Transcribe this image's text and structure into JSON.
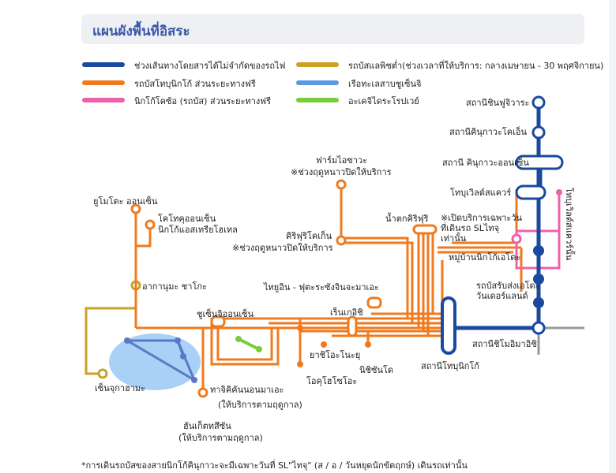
{
  "header": {
    "title": "แผนผังพื้นที่อิสระ"
  },
  "legend": [
    {
      "label": "ช่วงเส้นทางโดยสารได้ไม่จำกัดของรถไฟ",
      "color": "#1a4a9e"
    },
    {
      "label": "รถบัสโทบุนิกโก้ ส่วนระยะทางฟรี",
      "color": "#f07a1e"
    },
    {
      "label": "นิกโก้โคซ้อ (รถบัส) ส่วนระยะทางฟรี",
      "color": "#f060a8"
    },
    {
      "label": "รถบัสแลพิชต่ำ(ช่วงเวลาที่ให้บริการ: กลางเมษายน - 30 พฤศจิกายน)",
      "color": "#c9a227"
    },
    {
      "label": "เรือทะเลสาบชูเซ็นจิ",
      "color": "#5b9ae0"
    },
    {
      "label": "อะเคจิไดระโรปเวย์",
      "color": "#7acc3a"
    }
  ],
  "stations": {
    "shin_fujiwara": "สถานีชินฟูจิวาระ",
    "shin_takatoku": "สถานีคินุกาวะโคเอ็น",
    "kinugawa_onsen": "สถานี คินุกาวะออนเซ็น",
    "tobu_world": "โทบุเวิลด์สแควร์",
    "shimo_imaichi": "สถานีชิโมอิมาอิชิ",
    "tobu_nikko": "สถานีโทบุนิกโก้"
  },
  "places": {
    "yumoto_onsen": "ยูโมโตะ ออนเซ็น",
    "kotoku_onsen": "โคโทคุออนเซ็น",
    "nikko_astraea": "นิกโก้แอสเทรียโฮเทล",
    "akanuma": "อากานุมะ ชาโกะ",
    "senjugahama": "เซ็นจุกาฮามะ",
    "chuzenji_onsen": "ชูเซ็นจิออนเซ็น",
    "tachiki_kannon": "ทาจิคิคันนอนมาเอะ",
    "tachiki_note": "(ให้บริการตามฤดูกาล)",
    "funa_no_sawa": "ฮันเก็ตทสึซัน",
    "funa_note": "(ให้บริการตามฤดูกาล)",
    "kirifuri_kogen": "คิริฟุริโคเก็น",
    "kirifuri_note": "※ช่วงฤดูหนาวปิดให้บริการ",
    "farm": "ฟาร์มไอซาวะ",
    "farm_note": "※ช่วงฤดูหนาวปิดให้บริการ",
    "kirifuri_falls": "น้ำตกคิริฟุริ",
    "taiyuin": "ไทยูอิน - ฟุตะระซังจินจะมาเอะ",
    "rengeishi": "เร็นเกอิชิ",
    "yashio": "ยาชิโอะโนะยุ",
    "nishisando": "นิชิซันโด",
    "okuhosoo": "โอคุโฮโซโอะ",
    "sl_note": "※เปิดบริการเฉพาะวันที่เดินรถ SLไทจุ เท่านั้น",
    "nikko_village": "หมู่บ้านนิกโก้เอโดะ",
    "western_village": "รถบัสรับส่งเอโดะ วันเดอร์แลนด์",
    "vertical_label": "โทบุเวิลด์สแควร์นั้น"
  },
  "footnote": "*การเดินรถบัสของสายนิกโก้คินุกาวะจะมีเฉพาะวันที่ SL\"ไทจุ\" (ส / อ / วันหยุดนักขัตฤกษ์) เดินรถเท่านั้น"
}
